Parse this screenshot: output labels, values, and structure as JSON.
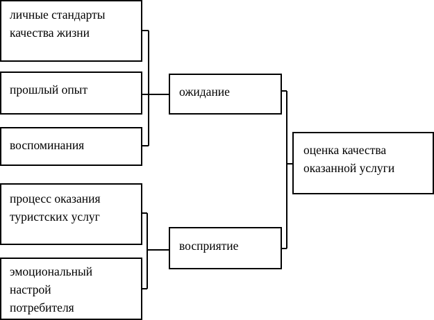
{
  "diagram": {
    "nodes": {
      "personal_standards": "личные стандарты\nкачества жизни",
      "past_experience": "прошлый опыт",
      "memories": "воспоминания",
      "service_process": "процесс оказания\nтуристских услуг",
      "emotional_mood": "эмоциональный\nнастрой\nпотребителя",
      "expectation": "ожидание",
      "perception": "восприятие",
      "quality_assessment": "оценка качества\nоказанной услуги"
    },
    "edges": [
      {
        "from": [
          "personal_standards",
          "past_experience",
          "memories"
        ],
        "to": "expectation"
      },
      {
        "from": [
          "service_process",
          "emotional_mood"
        ],
        "to": "perception"
      },
      {
        "from": [
          "expectation",
          "perception"
        ],
        "to": "quality_assessment"
      }
    ]
  }
}
